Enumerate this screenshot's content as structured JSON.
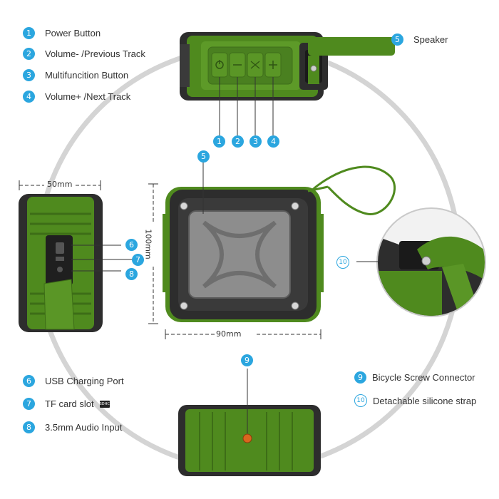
{
  "legend_top": [
    {
      "num": "1",
      "label": "Power Button"
    },
    {
      "num": "2",
      "label": "Volume- /Previous Track"
    },
    {
      "num": "3",
      "label": "Multifuncition Button"
    },
    {
      "num": "4",
      "label": "Volume+ /Next Track"
    }
  ],
  "legend_speaker": {
    "num": "5",
    "label": "Speaker"
  },
  "legend_bottom_left": [
    {
      "num": "6",
      "label": "USB Charging Port"
    },
    {
      "num": "7",
      "label": "TF card slot"
    },
    {
      "num": "8",
      "label": "3.5mm Audio Input"
    }
  ],
  "legend_bottom_right": [
    {
      "num": "9",
      "label": "Bicycle Screw Connector"
    },
    {
      "num": "10",
      "label": "Detachable silicone strap"
    }
  ],
  "dimensions": {
    "side_width": "50mm",
    "height": "100mm",
    "front_width": "90mm"
  },
  "callouts": {
    "buttons": [
      "1",
      "2",
      "3",
      "4"
    ],
    "speaker": "5",
    "side_ports": [
      "6",
      "7",
      "8"
    ],
    "screw": "9",
    "strap": "10"
  },
  "sd_card_text": "SDHC",
  "colors": {
    "accent": "#2ba6df",
    "body_green": "#4f8a1e",
    "dark_rubber": "#2d2d2d",
    "grille": "#8d8d8d",
    "ring": "#d6d6d6"
  }
}
